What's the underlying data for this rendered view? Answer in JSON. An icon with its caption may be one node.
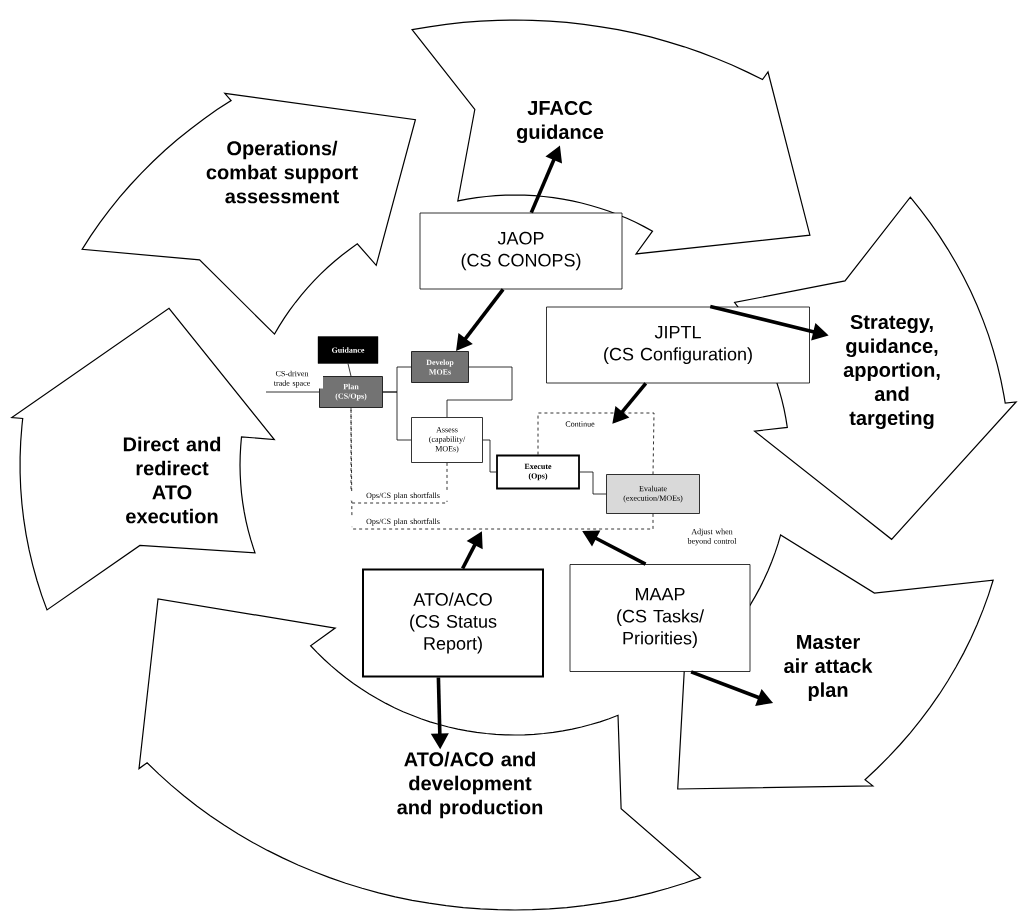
{
  "diagram": {
    "nodes": [
      {
        "text": [
          "JFACC guidance"
        ]
      },
      {
        "text": [
          "Operations/ combat support assessment"
        ]
      },
      {
        "text": [
          "Strategy, guidance, apportion, and targeting"
        ]
      },
      {
        "text": [
          "Direct and redirect ATO execution"
        ]
      },
      {
        "text": [
          "Master air attack plan"
        ]
      },
      {
        "text": [
          "ATO/ACO and development and production"
        ]
      },
      {
        "text": [
          "JAOP",
          "(CS CONOPS)"
        ]
      },
      {
        "text": [
          "JIPTL",
          "(CS Configuration)"
        ]
      },
      {
        "text": [
          "Guidance"
        ]
      },
      {
        "text": [
          "Plan",
          "(CS/Ops)"
        ]
      },
      {
        "text": [
          "Develop MOEs"
        ]
      },
      {
        "text": [
          "Assess",
          "(capability/ MOEs)"
        ]
      },
      {
        "text": [
          "Continue"
        ]
      },
      {
        "text": [
          "Execute",
          "(Ops)"
        ]
      },
      {
        "text": [
          "Evaluate",
          "(execution/MOEs)"
        ]
      },
      {
        "text": [
          "ATO/ACO",
          "(CS Status Report)"
        ]
      },
      {
        "text": [
          "MAAP",
          "(CS Tasks/ Priorities)"
        ]
      }
    ],
    "edges": [
      {
        "from": 6,
        "to": 0,
        "arrow": "to",
        "style": "thick"
      },
      {
        "from": 6,
        "to": 10,
        "arrow": "to",
        "style": "thick"
      },
      {
        "from": 7,
        "to": 2,
        "arrow": "to",
        "style": "thick"
      },
      {
        "from": 7,
        "to": 12,
        "arrow": "to",
        "style": "thick"
      },
      {
        "from": 15,
        "to": null,
        "arrow": "to",
        "style": "thick"
      },
      {
        "from": 15,
        "to": 5,
        "arrow": "to",
        "style": "thick"
      },
      {
        "from": 16,
        "to": null,
        "arrow": "to",
        "style": "thick"
      },
      {
        "from": 16,
        "to": 4,
        "arrow": "to",
        "style": "thick"
      },
      {
        "from": 8,
        "to": 9,
        "arrow": "none"
      },
      {
        "from": 9,
        "to": 10,
        "arrow": "none"
      },
      {
        "from": 9,
        "to": 11,
        "arrow": "none"
      },
      {
        "from": 10,
        "to": 11,
        "arrow": "none"
      },
      {
        "from": 11,
        "to": 13,
        "arrow": "none"
      },
      {
        "from": 13,
        "to": 14,
        "arrow": "none"
      },
      {
        "from": 13,
        "to": 14,
        "arrow": "none",
        "style": "dashed"
      },
      {
        "from": 11,
        "to": 9,
        "arrow": "none",
        "style": "dashed",
        "label": "Ops/CS plan shortfalls"
      },
      {
        "from": 14,
        "to": 9,
        "arrow": "none",
        "style": "dashed",
        "label": "Ops/CS plan shortfalls"
      },
      {
        "from": null,
        "to": 9,
        "arrow": "none",
        "label": "CS-driven trade space"
      }
    ],
    "labels": [
      "Adjust when beyond control"
    ]
  }
}
